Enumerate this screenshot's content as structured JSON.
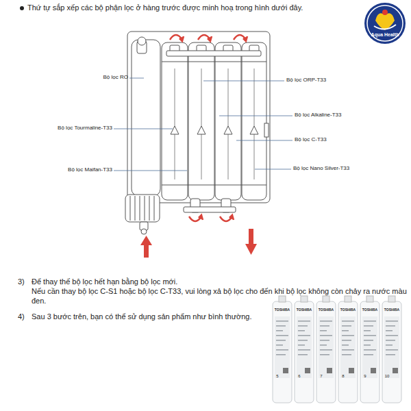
{
  "diagram": {
    "title": "Thứ tự sắp xếp các bộ phận lọc ở hàng trước được minh hoạ trong hình dưới đây.",
    "labels": [
      "Aqua Health",
      "Bộ lọc RO",
      "Bộ lọc Tourmaline-T33",
      "Bộ lọc Maifan-T33",
      "Bộ lọc ORP-T33",
      "Bộ lọc Alkaline-T33",
      "Bộ lọc C-T33",
      "Bộ lọc Nano Silver-T33",
      "3)",
      "Để thay thế bộ lọc hết hạn bằng bộ lọc mới.",
      "Nếu cần thay bộ lọc C-S1 hoặc bộ lọc C-T33, vui lòng xả bộ lọc cho đến khi bộ lọc không còn chảy ra nước màu đen.",
      "4)",
      "Sau 3 bước trên, bạn có thể sử dụng sản phẩm như bình thường.",
      "TOSHIBA",
      "TOSHIBA",
      "TOSHIBA",
      "TOSHIBA",
      "TOSHIBA",
      "TOSHIBA",
      "5",
      "6",
      "7",
      "8",
      "9",
      "10"
    ]
  }
}
